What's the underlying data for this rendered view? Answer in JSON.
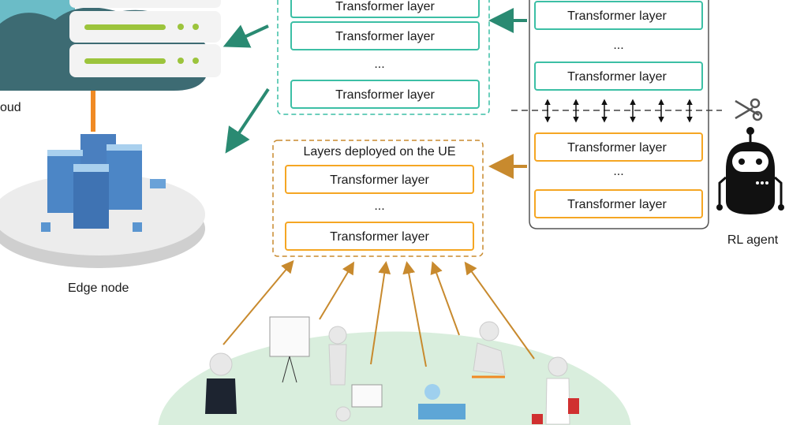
{
  "labels": {
    "cloud": "oud",
    "edge_node": "Edge node",
    "ue_box_title": "Layers deployed on the UE",
    "rl_agent": "RL agent",
    "ellipsis": "..."
  },
  "cloud_layers": [
    "Transformer layer",
    "Transformer layer",
    "Transformer layer"
  ],
  "model_top_layers": [
    "Transformer layer",
    "Transformer layer"
  ],
  "model_bottom_layers": [
    "Transformer layer",
    "Transformer layer"
  ],
  "ue_layers": [
    "Transformer layer",
    "Transformer layer"
  ],
  "colors": {
    "teal": "#2a8a72",
    "teal_box": "#3cbfa5",
    "orange_box": "#f5a623",
    "orange_arrow": "#c88a2e",
    "cloud_dark": "#3d6b73",
    "cloud_light": "#6bbcc7",
    "server_green": "#9cc43c",
    "ground_green": "#d9eedd"
  },
  "icons": [
    "cloud-server-icon",
    "edge-server-icon",
    "scissors-icon",
    "robot-icon",
    "user-figures-icon"
  ]
}
